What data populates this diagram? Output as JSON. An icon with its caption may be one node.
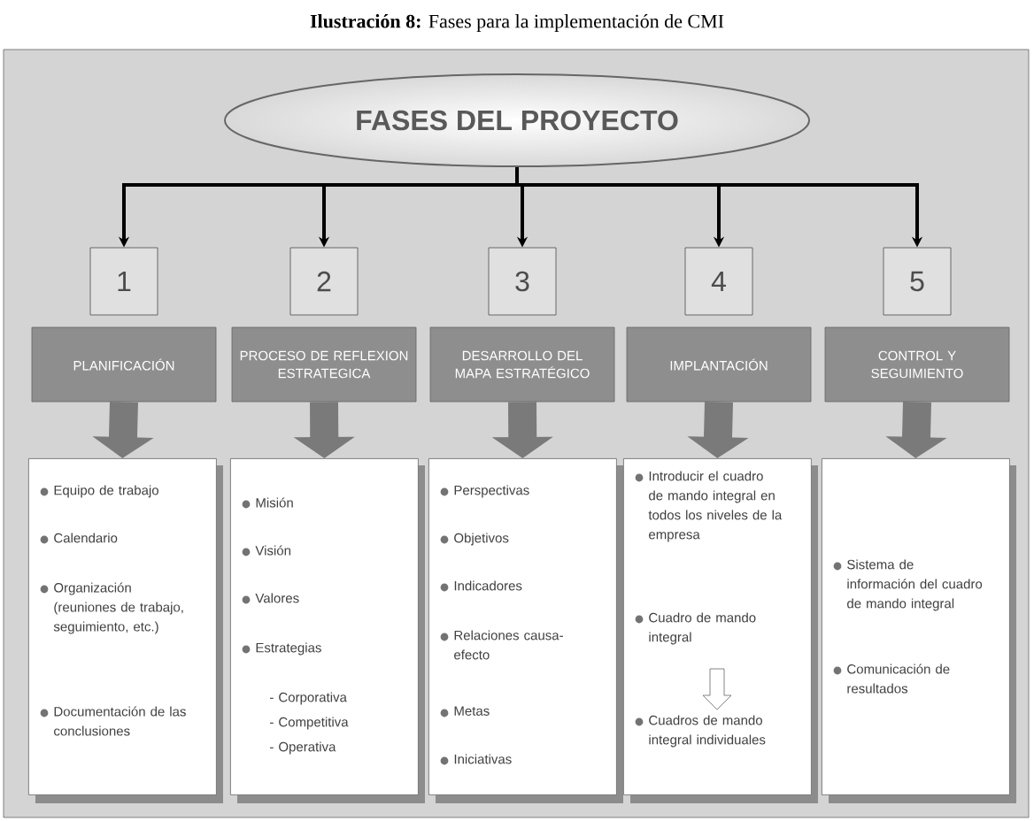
{
  "diagram": {
    "title": "**Ilustración 8:** Fases para la implementación de CMI",
    "nodes": [
      {
        "text": [
          "FASES DEL PROYECTO"
        ]
      },
      {
        "text": [
          "1"
        ]
      },
      {
        "text": [
          "2"
        ]
      },
      {
        "text": [
          "3"
        ]
      },
      {
        "text": [
          "4"
        ]
      },
      {
        "text": [
          "5"
        ]
      },
      {
        "text": [
          "PLANIFICACIÓN"
        ]
      },
      {
        "text": [
          "PROCESO DE REFLEXION ESTRATEGICA"
        ]
      },
      {
        "text": [
          "DESARROLLO DEL MAPA ESTRATÉGICO"
        ]
      },
      {
        "text": [
          "IMPLANTACIÓN"
        ]
      },
      {
        "text": [
          "CONTROL Y SEGUIMIENTO"
        ]
      },
      {
        "text": [
          "Equipo de trabajo",
          "Calendario",
          "Organización (reuniones de trabajo, seguimiento, etc.)",
          "Documentación de las conclusiones"
        ]
      },
      {
        "text": [
          "Misión",
          "Visión",
          "Valores",
          "Estrategias",
          "- Corporativa",
          "- Competitiva",
          "- Operativa"
        ]
      },
      {
        "text": [
          "Perspectivas",
          "Objetivos",
          "Indicadores",
          "Relaciones causa-efecto",
          "Metas",
          "Iniciativas"
        ]
      },
      {
        "text": [
          "Introducir el cuadro de mando integral en todos los niveles de la empresa",
          "Cuadro de mando integral",
          "Cuadros de mando integral individuales"
        ]
      },
      {
        "text": [
          "Sistema de información del cuadro de mando integral",
          "Comunicación de resultados"
        ]
      }
    ],
    "edges": [
      {
        "from": 0,
        "to": 1,
        "arrow": "to"
      },
      {
        "from": 0,
        "to": 2,
        "arrow": "to"
      },
      {
        "from": 0,
        "to": 3,
        "arrow": "to"
      },
      {
        "from": 0,
        "to": 4,
        "arrow": "to"
      },
      {
        "from": 0,
        "to": 5,
        "arrow": "to"
      },
      {
        "from": 6,
        "to": 11,
        "arrow": "to",
        "style": "thick",
        "color": "#7a7a7a"
      },
      {
        "from": 7,
        "to": 12,
        "arrow": "to",
        "style": "thick",
        "color": "#7a7a7a"
      },
      {
        "from": 8,
        "to": 13,
        "arrow": "to",
        "style": "thick",
        "color": "#7a7a7a"
      },
      {
        "from": 9,
        "to": 14,
        "arrow": "to",
        "style": "thick",
        "color": "#7a7a7a"
      },
      {
        "from": 10,
        "to": 15,
        "arrow": "to",
        "style": "thick",
        "color": "#7a7a7a"
      }
    ]
  }
}
